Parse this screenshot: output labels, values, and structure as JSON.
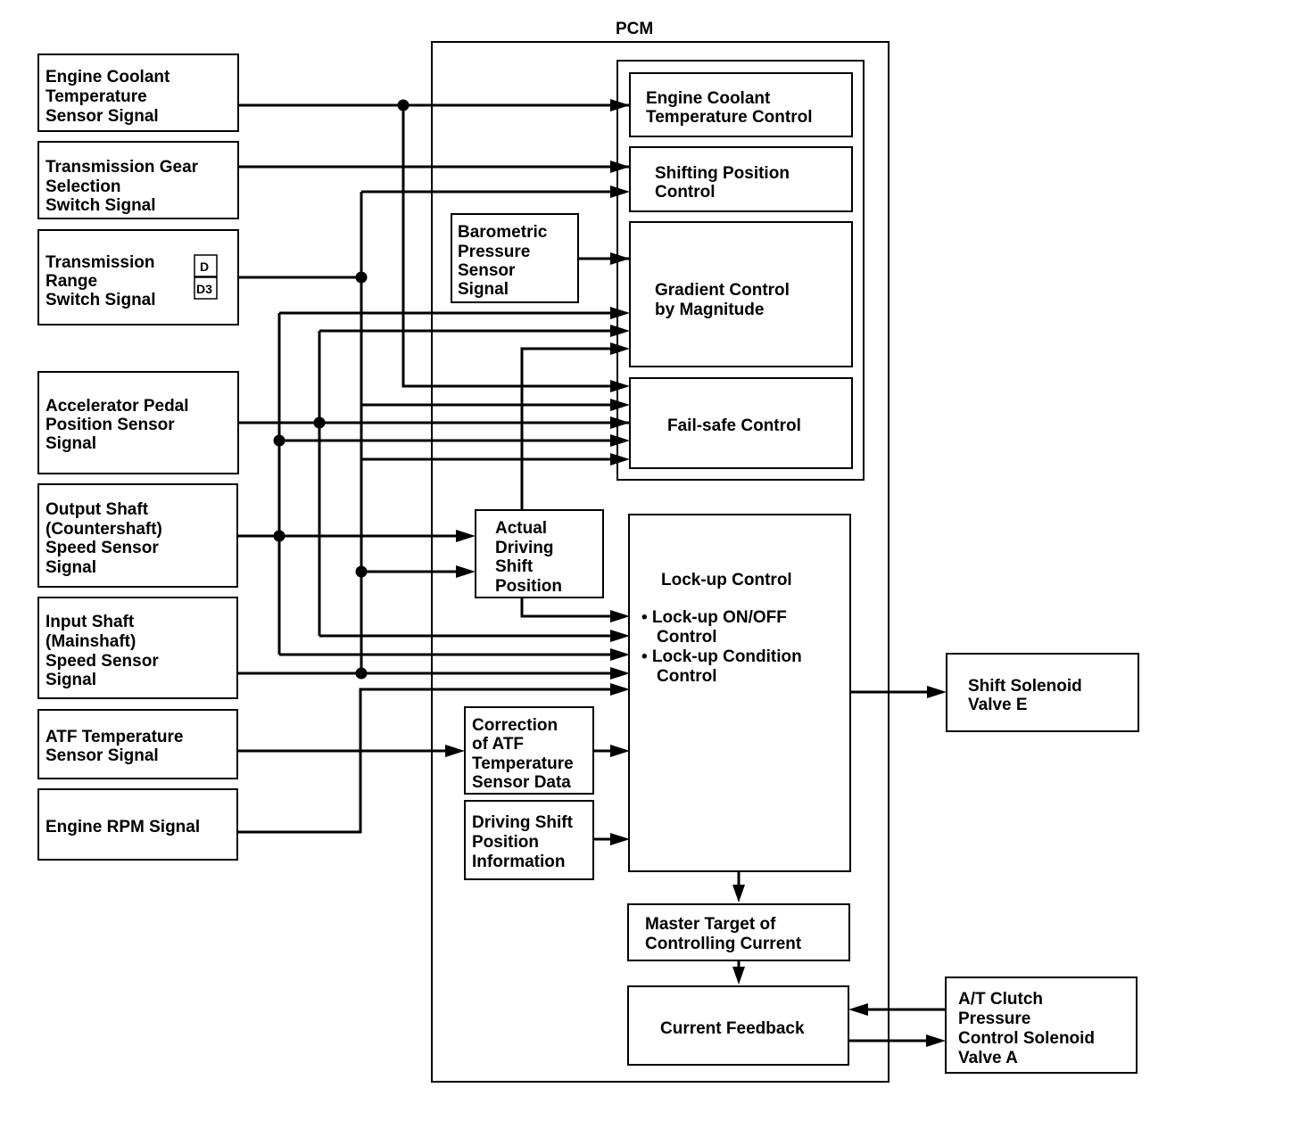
{
  "pcm": {
    "label": "PCM"
  },
  "inputs": {
    "ect": [
      "Engine Coolant",
      "Temperature",
      "Sensor Signal"
    ],
    "tgs": [
      "Transmission Gear",
      "Selection",
      "Switch Signal"
    ],
    "trs": [
      "Transmission",
      "Range",
      "Switch Signal"
    ],
    "trs_badges": [
      "D",
      "D3"
    ],
    "app": [
      "Accelerator Pedal",
      "Position Sensor",
      "Signal"
    ],
    "oss": [
      "Output Shaft",
      "(Countershaft)",
      "Speed Sensor",
      "Signal"
    ],
    "iss": [
      "Input Shaft",
      "(Mainshaft)",
      "Speed Sensor",
      "Signal"
    ],
    "atf": [
      "ATF Temperature",
      "Sensor Signal"
    ],
    "rpm": [
      "Engine RPM Signal"
    ]
  },
  "internal": {
    "baro": [
      "Barometric",
      "Pressure",
      "Sensor",
      "Signal"
    ],
    "actual": [
      "Actual",
      "Driving",
      "Shift",
      "Position"
    ],
    "corr": [
      "Correction",
      "of ATF",
      "Temperature",
      "Sensor Data"
    ],
    "dspi": [
      "Driving Shift",
      "Position",
      "Information"
    ]
  },
  "controls": {
    "ectc": [
      "Engine Coolant",
      "Temperature Control"
    ],
    "spc": [
      "Shifting Position",
      "Control"
    ],
    "grad": [
      "Gradient Control",
      "by Magnitude"
    ],
    "fail": [
      "Fail-safe Control"
    ],
    "lock": [
      "Lock-up Control"
    ],
    "lock_items": [
      "• Lock-up ON/OFF",
      "Control",
      "• Lock-up Condition",
      "Control"
    ],
    "master": [
      "Master Target of",
      "Controlling Current"
    ],
    "feedback": [
      "Current Feedback"
    ]
  },
  "outputs": {
    "sve": [
      "Shift Solenoid",
      "Valve E"
    ],
    "atc": [
      "A/T Clutch",
      "Pressure",
      "Control Solenoid",
      "Valve A"
    ]
  }
}
